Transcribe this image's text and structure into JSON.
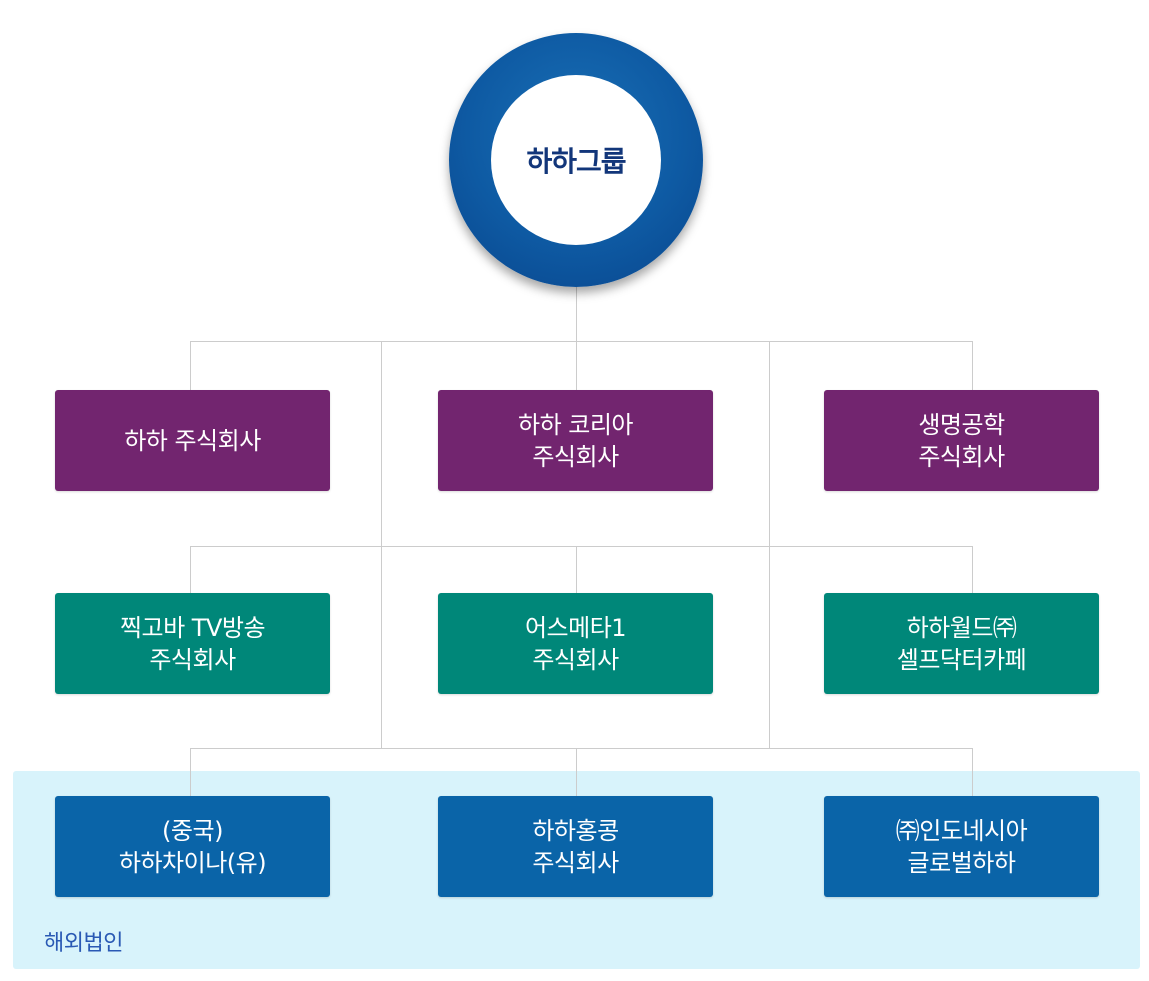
{
  "root": {
    "label": "하하그룹"
  },
  "colors": {
    "root_ring": "#0e5aa3",
    "root_text": "#12367a",
    "domestic_affiliates": "#72256f",
    "media_affiliates": "#008779",
    "overseas_affiliates": "#0a64a8",
    "overseas_background": "#d8f3fb",
    "overseas_label": "#2a59b4",
    "connector": "#cccccc"
  },
  "rows": [
    {
      "color": "#72256f",
      "companies": [
        {
          "label": "하하 주식회사"
        },
        {
          "label": "하하 코리아\n주식회사"
        },
        {
          "label": "생명공학\n주식회사"
        }
      ]
    },
    {
      "color": "#008779",
      "companies": [
        {
          "label": "찍고바 TV방송\n주식회사"
        },
        {
          "label": "어스메타1\n주식회사"
        },
        {
          "label": "하하월드㈜\n셀프닥터카페"
        }
      ]
    },
    {
      "color": "#0a64a8",
      "companies": [
        {
          "label": "(중국)\n하하차이나(유)"
        },
        {
          "label": "하하홍콩\n주식회사"
        },
        {
          "label": "㈜인도네시아\n글로벌하하"
        }
      ]
    }
  ],
  "overseas_group": {
    "label": "해외법인"
  }
}
